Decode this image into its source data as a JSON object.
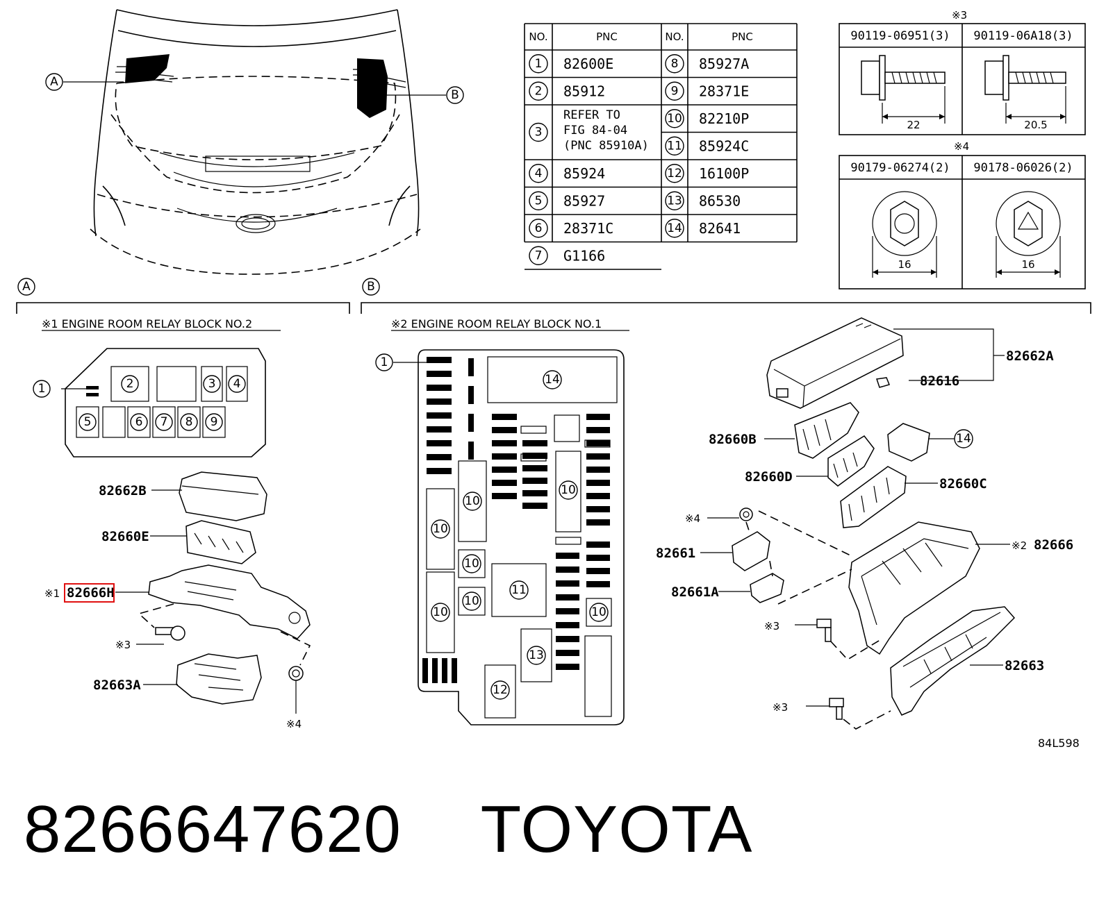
{
  "table": {
    "col_no": "NO.",
    "col_pnc": "PNC",
    "rows_left": [
      {
        "no": "1",
        "pnc": "82600E"
      },
      {
        "no": "2",
        "pnc": "85912"
      },
      {
        "no": "3",
        "pnc": "REFER TO\nFIG 84-04\n(PNC 85910A)"
      },
      {
        "no": "4",
        "pnc": "85924"
      },
      {
        "no": "5",
        "pnc": "85927"
      },
      {
        "no": "6",
        "pnc": "28371C"
      },
      {
        "no": "7",
        "pnc": "G1166"
      }
    ],
    "rows_right": [
      {
        "no": "8",
        "pnc": "85927A"
      },
      {
        "no": "9",
        "pnc": "28371E"
      },
      {
        "no": "10",
        "pnc": "82210P"
      },
      {
        "no": "11",
        "pnc": "85924C"
      },
      {
        "no": "12",
        "pnc": "16100P"
      },
      {
        "no": "13",
        "pnc": "86530"
      },
      {
        "no": "14",
        "pnc": "82641"
      }
    ]
  },
  "fasteners": {
    "note3": "※3",
    "note4": "※4",
    "bolt1": {
      "pn": "90119-06951(3)",
      "dim": "22"
    },
    "bolt2": {
      "pn": "90119-06A18(3)",
      "dim": "20.5"
    },
    "nut1": {
      "pn": "90179-06274(2)",
      "dim": "16"
    },
    "nut2": {
      "pn": "90178-06026(2)",
      "dim": "16"
    }
  },
  "vehicle": {
    "callout_a": "A",
    "callout_b": "B"
  },
  "section_a": {
    "marker": "A",
    "title": "※1 ENGINE ROOM RELAY BLOCK NO.2",
    "labels": {
      "p82662B": "82662B",
      "p82660E": "82660E",
      "p82666H": "82666H",
      "p82663A": "82663A",
      "mark1": "※1",
      "mark3": "※3",
      "mark4": "※4"
    }
  },
  "section_b": {
    "marker": "B",
    "title": "※2 ENGINE ROOM RELAY BLOCK NO.1",
    "labels": {
      "p82662A": "82662A",
      "p82616": "82616",
      "p82660B": "82660B",
      "p82660D": "82660D",
      "p82660C": "82660C",
      "p82666": "82666",
      "mark2": "※2",
      "p82661": "82661",
      "p82661A": "82661A",
      "p82663": "82663",
      "mark4": "※4",
      "mark3a": "※3",
      "mark3b": "※3"
    }
  },
  "figure_code": "84L598",
  "footer": {
    "part_number": "8266647620",
    "brand": "TOYOTA"
  },
  "highlight_color": "#e01010"
}
